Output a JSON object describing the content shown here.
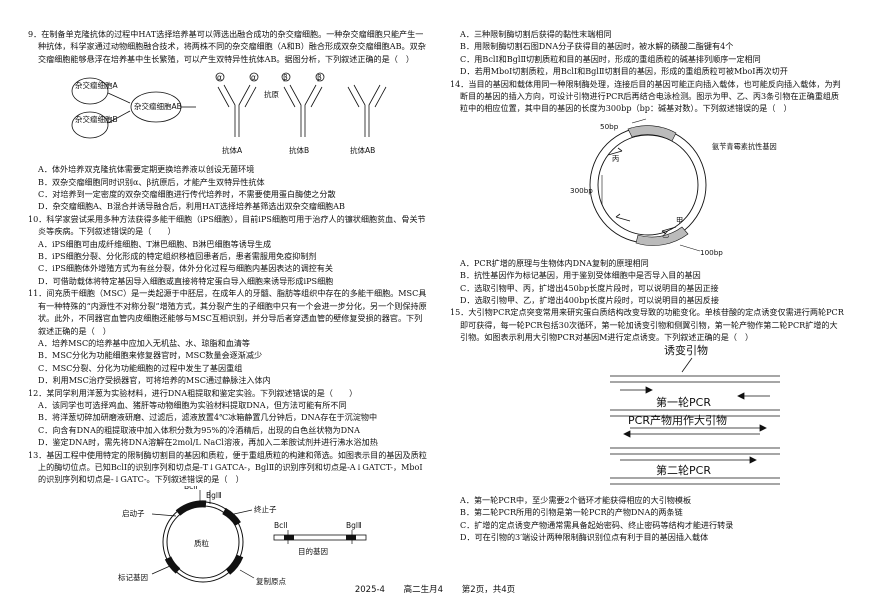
{
  "q9": {
    "stem": "9．在制备单克隆抗体的过程中HAT选择培养基可以筛选出融合成功的杂交瘤细胞。一种杂交瘤细胞只能产生一种抗体，科学家通过动物细胞融合技术，将两株不同的杂交瘤细胞（A和B）融合形成双杂交瘤细胞AB。双杂交瘤细胞能够悬浮在培养基中生长繁殖，可以产生双特异性抗体AB。据图分析，下列叙述正确的是（　）",
    "fig": {
      "cellA": "杂交瘤细胞A",
      "cellB": "杂交瘤细胞B",
      "cellAB": "杂交瘤细胞AB",
      "alpha": "α",
      "beta": "β",
      "antigen": "抗原",
      "abA": "抗体A",
      "abB": "抗体B",
      "abAB": "抗体AB"
    },
    "options": [
      "A．体外培养双克隆抗体需要定期更换培养液以创设无菌环境",
      "B．双杂交瘤细胞同时识别α、β抗原后，才能产生双特异性抗体",
      "C．对培养到一定密度的双杂交瘤细胞进行传代培养时，不需要使用蛋白酶使之分散",
      "D．杂交瘤细胞A、B混合并诱导融合后，利用HAT选择培养基筛选出双杂交瘤细胞AB"
    ]
  },
  "q10": {
    "stem": "10．科学家尝试采用多种方法获得多能干细胞（iPS细胞），目前iPS细胞可用于治疗人的镰状细胞贫血、骨关节炎等疾病。下列叙述错误的是（　　）",
    "options": [
      "A．iPS细胞可由成纤维细胞、T淋巴细胞、B淋巴细胞等诱导生成",
      "B．iPS细胞分裂、分化形成的特定组织移植回患者后，患者需服用免疫抑制剂",
      "C．iPS细胞体外增殖方式为有丝分裂，体外分化过程与细胞内基因表达的调控有关",
      "D．可借助载体将特定基因导入细胞或直接将特定蛋白导入细胞来诱导形成iPS细胞"
    ]
  },
  "q11": {
    "stem": "11．间充质干细胞（MSC）是一类起源于中胚层，在成年人的牙髓、脂肪等组织中存在的多能干细胞。MSC具有一种特殊的“内源性不对称分裂”增殖方式，其分裂产生的子细胞中只有一个会进一步分化，另一个则保持原状。此外，不同器官血管内皮细胞还能够与MSC互相识别，并分导后者穿透血管的壁修复受损的器官。下列叙述正确的是（　）",
    "options": [
      "A．培养MSC的培养基中应加入无机盐、水、琼脂和血清等",
      "B．MSC分化为功能细胞来修复器官时，MSC数量会逐渐减少",
      "C．MSC分裂、分化为功能细胞的过程中发生了基因重组",
      "D．利用MSC治疗受损器官，可将培养的MSC通过静脉注入体内"
    ]
  },
  "q12": {
    "stem": "12．某同学利用洋葱为实验材料，进行DNA粗提取和鉴定实验。下列叙述错误的是（　　）",
    "options": [
      "A．该同学也可选择鸡血、猪肝等动物细胞为实验材料提取DNA，但方法可能有所不同",
      "B．将洋葱切碎加研磨液研磨、过滤后，滤液放置4℃冰箱静置几分钟后，DNA存在于沉淀物中",
      "C．向含有DNA的粗提取液中加入体积分数为95%的冷酒精后，出现的白色丝状物为DNA",
      "D．鉴定DNA时，需先将DNA溶解在2mol/L NaCl溶液，再加入二苯胺试剂并进行沸水浴加热"
    ]
  },
  "q13": {
    "stem": "13．基因工程中使用特定的限制酶切割目的基因和质粒，便于重组质粒的构建和筛选。如图表示目的基因及质粒上的酶切位点。已知BclⅠ的识别序列和切点是-T↓GATCA-，BglⅡ的识别序列和切点是-A↓GATCT-，MboⅠ的识别序列和切点是-↓GATC-。下列叙述错误的是（　）",
    "fig": {
      "bcl": "BclⅠ",
      "bgl": "BglⅡ",
      "promoter": "启动子",
      "terminator": "终止子",
      "plasmid": "质粒",
      "marker": "标记基因",
      "ori": "复制原点",
      "target": "目的基因"
    }
  },
  "q13opts": [
    "A．三种限制酶切割后获得的黏性末端相同",
    "B．用限制酶切割石图DNA分子获得目的基因时，被水解的磷酸二酯键有4个",
    "C．用BclⅠ和BglⅡ切割质粒和目的基因时，形成的重组质粒的碱基排列顺序一定相同",
    "D．若用MboⅠ切割质粒，用BclⅠ和BglⅡ切割目的基因，形成的重组质粒可被MboⅠ再次切开"
  ],
  "q14": {
    "stem": "14．当目的基因和载体用同一种限制酶处理，连接后目的基因可能正向插入载体，也可能反向插入载体，为判断目的基因的插入方向，可设计引物进行PCR后再结合电泳检测。图示为甲、乙、丙3条引物在正确重组质粒中的相应位置，其中目的基因的长度为300bp（bp：碱基对数）。下列叙述错误的是（　）",
    "fig": {
      "bp50": "50bp",
      "bp300": "300bp",
      "bp100": "100bp",
      "amp": "氨苄青霉素抗性基因",
      "jia": "甲",
      "yi": "乙",
      "bing": "丙"
    },
    "options": [
      "A．PCR扩增的原理与生物体内DNA复制的原理相同",
      "B．抗性基因作为标记基因，用于鉴别受体细胞中是否导入目的基因",
      "C．选取引物甲、丙，扩增出450bp长度片段时，可以说明目的基因正接",
      "D．选取引物甲、乙，扩增出400bp长度片段时，可以说明目的基因反接"
    ]
  },
  "q15": {
    "stem": "15．大引物PCR定点突变常用来研究蛋白质结构改变导致的功能变化。单核苷酸的定点诱变仅需进行两轮PCR即可获得，每一轮PCR包括30次循环，第一轮加诱变引物和侧翼引物，第一轮产物作第二轮PCR扩增的大引物。如图表示利用大引物PCR对基因M进行定点诱变。下列叙述正确的是（　）",
    "fig": {
      "mutPrimer": "诱变引物",
      "round1": "第一轮PCR",
      "bigPrimer": "PCR产物用作大引物",
      "round2": "第二轮PCR"
    },
    "options": [
      "A．第一轮PCR中，至少需要2个循环才能获得相应的大引物模板",
      "B．第二轮PCR所用的引物是第一轮PCR的产物DNA的两条链",
      "C．扩增的定点诱变产物通常需具备起始密码、终止密码等结构才能进行转录",
      "D．可在引物的3′端设计两种限制酶识别位点有利于目的基因插入载体"
    ]
  },
  "footer": {
    "date": "2025-4",
    "title": "高二生月4",
    "page": "第2页，共4页"
  }
}
